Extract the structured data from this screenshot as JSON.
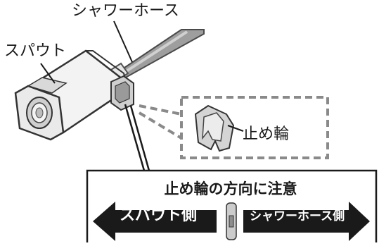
{
  "labels": {
    "shower_hose": "シャワーホース",
    "spout": "スパウト",
    "stop_ring": "止め輪"
  },
  "notice": {
    "title": "止め輪の方向に注意",
    "left_arrow": "スパウト側",
    "right_arrow": "シャワーホース側"
  }
}
